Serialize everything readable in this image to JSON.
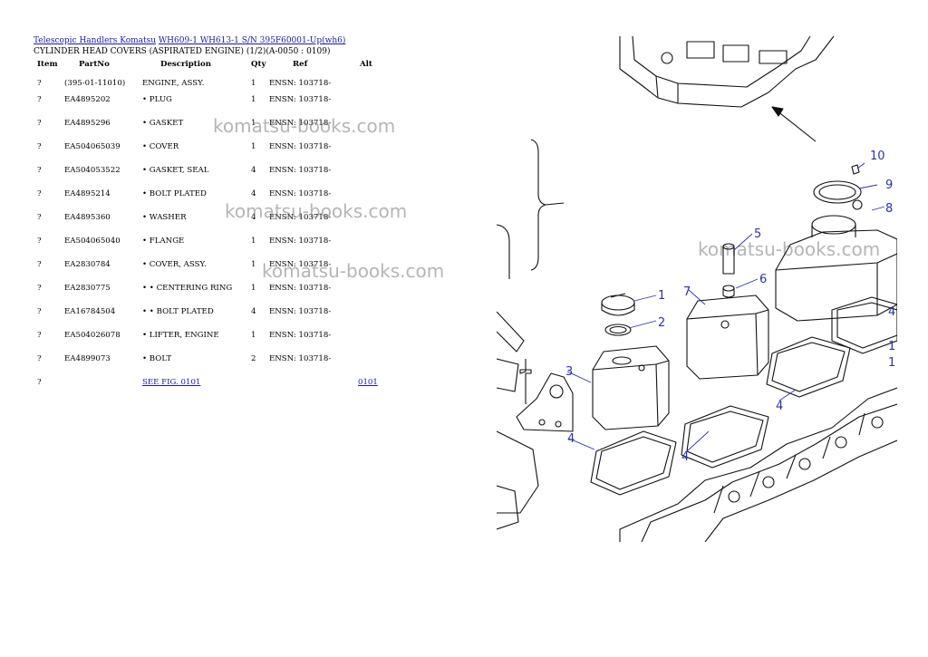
{
  "breadcrumb": {
    "link1": "Telescopic Handlers Komatsu",
    "link2": "WH609-1 WH613-1 S/N 395F60001-Up(wh6)"
  },
  "subtitle": "CYLINDER HEAD COVERS (ASPIRATED ENGINE) (1/2)(A-0050 : 0109)",
  "table": {
    "headers": {
      "item": "Item",
      "part": "PartNo",
      "desc": "Description",
      "qty": "Qty",
      "ref": "Ref",
      "alt": "Alt"
    },
    "rows": [
      {
        "item": "?",
        "part": "(395-01-11010)",
        "desc": "ENGINE, ASSY.",
        "qty": "1",
        "ref": "ENSN: 103718-"
      },
      {
        "item": "?",
        "part": "EA4895202",
        "desc": "• PLUG",
        "qty": "1",
        "ref": "ENSN: 103718-"
      },
      {
        "item": "?",
        "part": "EA4895296",
        "desc": "• GASKET",
        "qty": "1",
        "ref": "ENSN: 103718-"
      },
      {
        "item": "?",
        "part": "EA504065039",
        "desc": "• COVER",
        "qty": "1",
        "ref": "ENSN: 103718-"
      },
      {
        "item": "?",
        "part": "EA504053522",
        "desc": "• GASKET, SEAL",
        "qty": "4",
        "ref": "ENSN: 103718-"
      },
      {
        "item": "?",
        "part": "EA4895214",
        "desc": "• BOLT PLATED",
        "qty": "4",
        "ref": "ENSN: 103718-"
      },
      {
        "item": "?",
        "part": "EA4895360",
        "desc": "• WASHER",
        "qty": "4",
        "ref": "ENSN: 103718-"
      },
      {
        "item": "?",
        "part": "EA504065040",
        "desc": "• FLANGE",
        "qty": "1",
        "ref": "ENSN: 103718-"
      },
      {
        "item": "?",
        "part": "EA2830784",
        "desc": "• COVER, ASSY.",
        "qty": "1",
        "ref": "ENSN: 103718-"
      },
      {
        "item": "?",
        "part": "EA2830775",
        "desc": "• • CENTERING RING",
        "qty": "1",
        "ref": "ENSN: 103718-"
      },
      {
        "item": "?",
        "part": "EA16784504",
        "desc": "• • BOLT PLATED",
        "qty": "4",
        "ref": "ENSN: 103718-"
      },
      {
        "item": "?",
        "part": "EA504026078",
        "desc": "• LIFTER, ENGINE",
        "qty": "1",
        "ref": "ENSN: 103718-"
      },
      {
        "item": "?",
        "part": "EA4899073",
        "desc": "• BOLT",
        "qty": "2",
        "ref": "ENSN: 103718-"
      }
    ],
    "see_row": {
      "item": "?",
      "see_link": "SEE FIG. 0101",
      "alt_link": "0101"
    }
  },
  "watermark": "komatsu-books.com",
  "callouts": [
    "1",
    "2",
    "3",
    "4",
    "5",
    "6",
    "7",
    "8",
    "9",
    "10"
  ],
  "colors": {
    "link": "#1a1aa6",
    "callout": "#2b33a8"
  }
}
